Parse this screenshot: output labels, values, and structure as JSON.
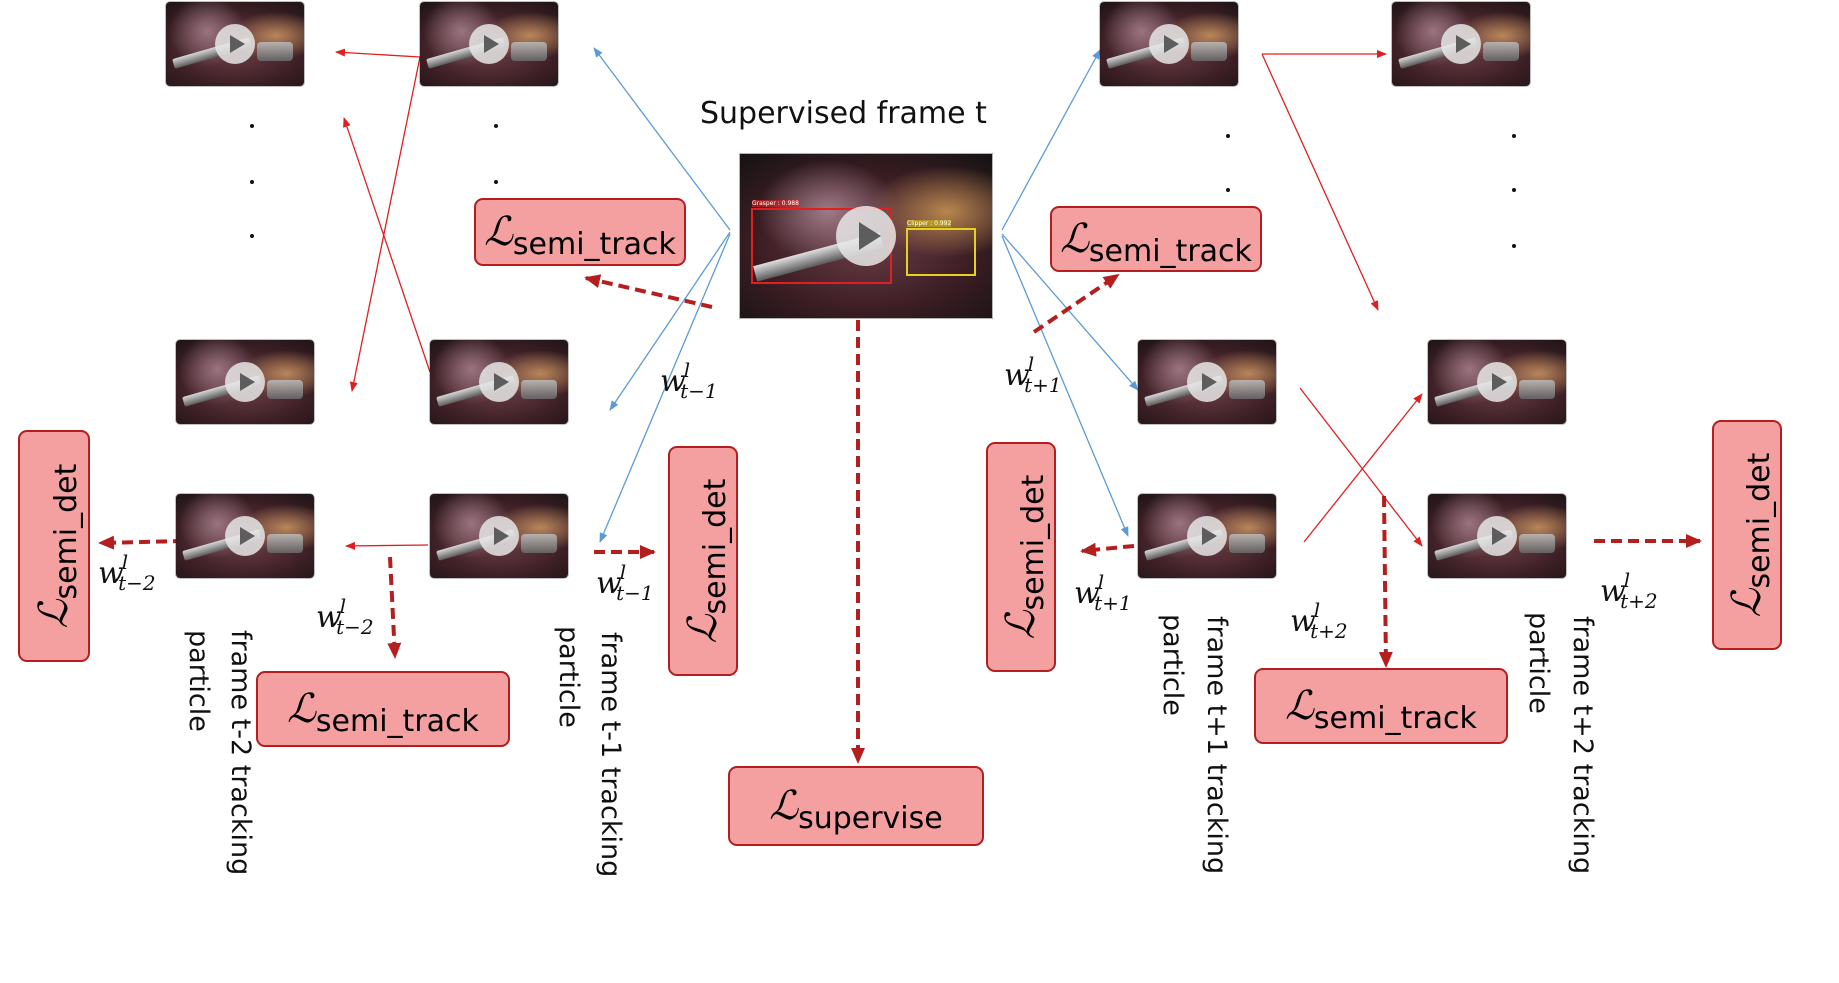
{
  "title": "Supervised frame t",
  "main_frame": {
    "detections": [
      {
        "label": "Grasper : 0.988",
        "color": "#e02020"
      },
      {
        "label": "Clipper : 0.992",
        "color": "#e6d020"
      }
    ]
  },
  "loss": {
    "L_symbol": "ℒ",
    "semi_track": "semi_track",
    "semi_det": "semi_det",
    "supervise": "supervise"
  },
  "weights": {
    "symbol": "w",
    "superscript": "l",
    "t_minus_1": "t−1",
    "t_minus_2": "t−2",
    "t_plus_1": "t+1",
    "t_plus_2": "t+2"
  },
  "labels": {
    "particle": "particle",
    "tracking_t_minus_2": "frame t-2  tracking",
    "tracking_t_minus_1": "frame t-1  tracking",
    "tracking_t_plus_1": "frame t+1  tracking",
    "tracking_t_plus_2": "frame t+2  tracking"
  },
  "icons": {
    "play": "play-icon"
  },
  "colors": {
    "red_arrow": "#e02020",
    "blue_arrow": "#5b9bd5",
    "dashed_arrow": "#b41e1e",
    "loss_fill": "#f4a0a0",
    "loss_border": "#b41e1e"
  }
}
